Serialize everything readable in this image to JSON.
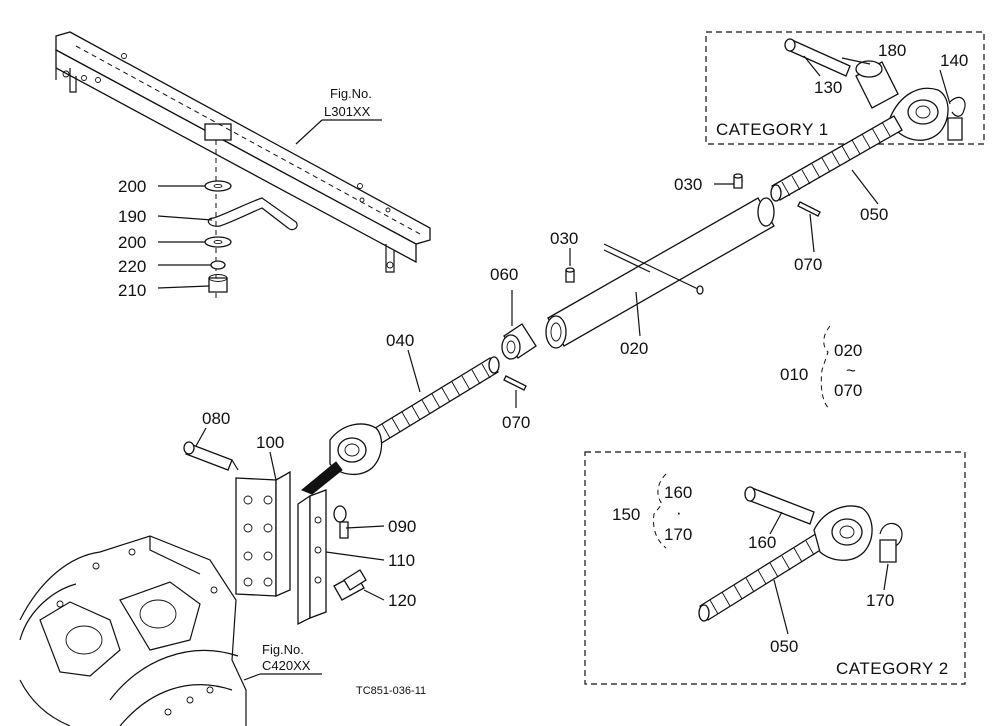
{
  "figure_code": "TC851-036-11",
  "references": [
    {
      "id": "ref-l301",
      "prefix": "Fig.No.",
      "value": "L301XX"
    },
    {
      "id": "ref-c420",
      "prefix": "Fig.No.",
      "value": "C420XX"
    }
  ],
  "boxes": [
    {
      "id": "category-1",
      "label": "CATEGORY  1"
    },
    {
      "id": "category-2",
      "label": "CATEGORY  2"
    }
  ],
  "callouts": [
    {
      "id": "c180",
      "num": "180"
    },
    {
      "id": "c140",
      "num": "140"
    },
    {
      "id": "c130",
      "num": "130"
    },
    {
      "id": "c200a",
      "num": "200"
    },
    {
      "id": "c190",
      "num": "190"
    },
    {
      "id": "c200b",
      "num": "200"
    },
    {
      "id": "c220",
      "num": "220"
    },
    {
      "id": "c210",
      "num": "210"
    },
    {
      "id": "c030a",
      "num": "030"
    },
    {
      "id": "c050a",
      "num": "050"
    },
    {
      "id": "c030b",
      "num": "030"
    },
    {
      "id": "c070a",
      "num": "070"
    },
    {
      "id": "c060",
      "num": "060"
    },
    {
      "id": "c020",
      "num": "020"
    },
    {
      "id": "c040",
      "num": "040"
    },
    {
      "id": "c070b",
      "num": "070"
    },
    {
      "id": "c080",
      "num": "080"
    },
    {
      "id": "c100",
      "num": "100"
    },
    {
      "id": "c090",
      "num": "090"
    },
    {
      "id": "c110",
      "num": "110"
    },
    {
      "id": "c120",
      "num": "120"
    },
    {
      "id": "c160",
      "num": "160"
    },
    {
      "id": "c170",
      "num": "170"
    },
    {
      "id": "c050b",
      "num": "050"
    }
  ],
  "groups": [
    {
      "id": "g010",
      "num": "010",
      "top": "020",
      "sep": "~",
      "bottom": "070"
    },
    {
      "id": "g150",
      "num": "150",
      "top": "160",
      "sep": "·",
      "bottom": "170"
    }
  ]
}
